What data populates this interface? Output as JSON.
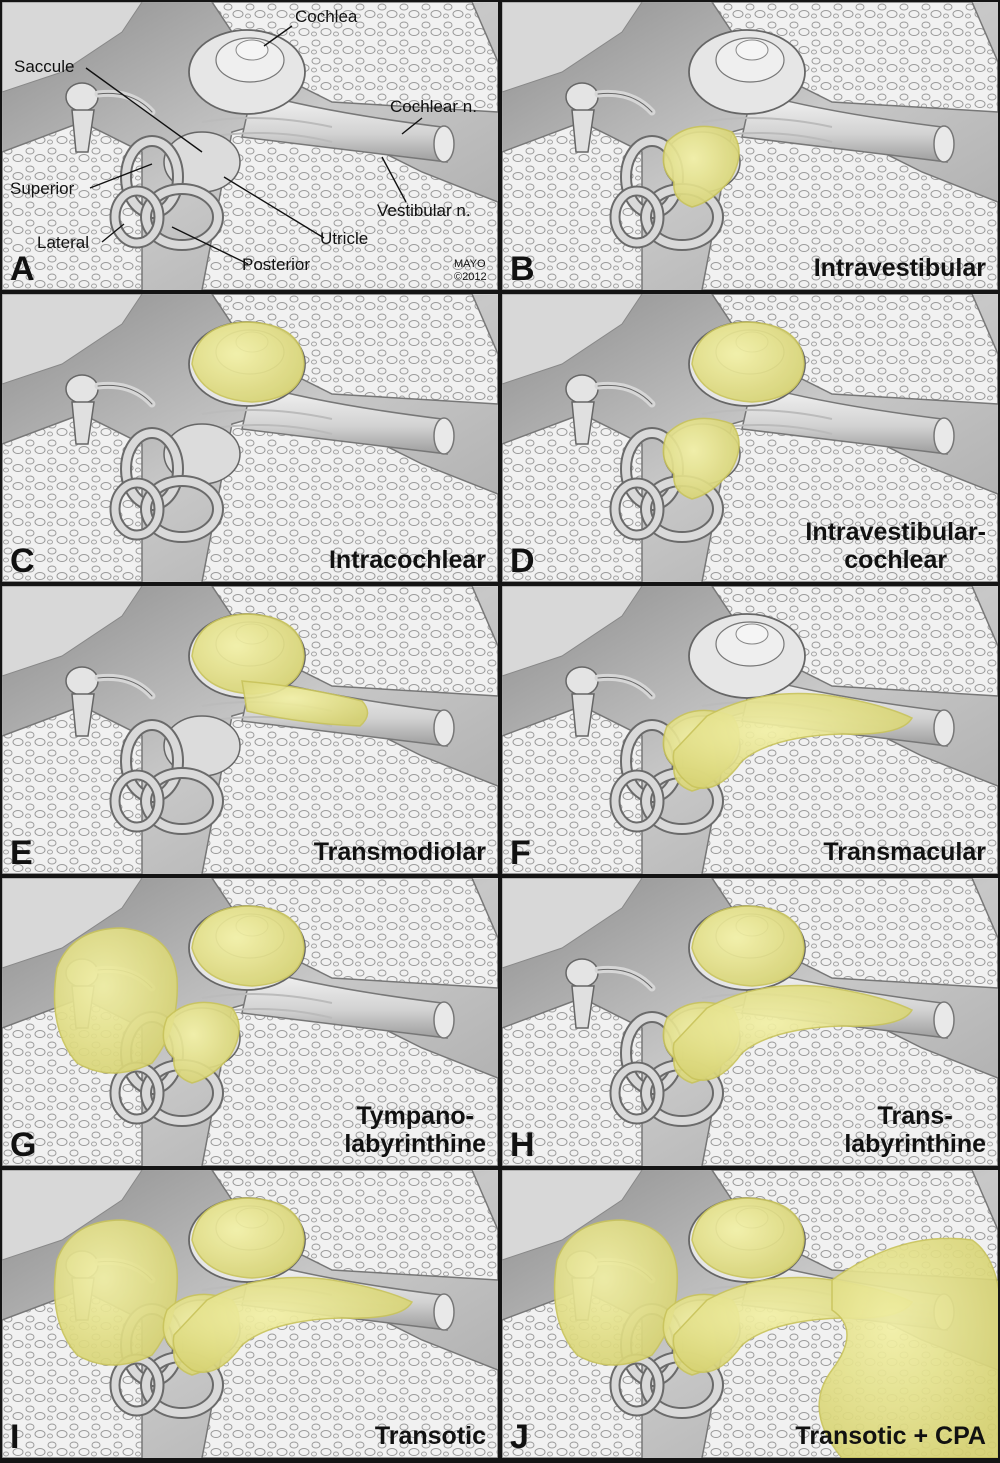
{
  "panels": [
    {
      "letter": "A",
      "caption": "",
      "tumor": []
    },
    {
      "letter": "B",
      "caption": "Intravestibular",
      "tumor": [
        "vestibule"
      ]
    },
    {
      "letter": "C",
      "caption": "Intracochlear",
      "tumor": [
        "cochlea"
      ]
    },
    {
      "letter": "D",
      "caption": "Intravestibular-\ncochlear",
      "tumor": [
        "cochlea",
        "vestibule"
      ]
    },
    {
      "letter": "E",
      "caption": "Transmodiolar",
      "tumor": [
        "cochlea",
        "modiolus"
      ]
    },
    {
      "letter": "F",
      "caption": "Transmacular",
      "tumor": [
        "vestibule",
        "iac"
      ]
    },
    {
      "letter": "G",
      "caption": "Tympano-\nlabyrinthine",
      "tumor": [
        "middle-ear",
        "cochlea",
        "vestibule"
      ]
    },
    {
      "letter": "H",
      "caption": "Trans-\nlabyrinthine",
      "tumor": [
        "cochlea",
        "vestibule",
        "iac"
      ]
    },
    {
      "letter": "I",
      "caption": "Transotic",
      "tumor": [
        "middle-ear",
        "cochlea",
        "vestibule",
        "iac"
      ]
    },
    {
      "letter": "J",
      "caption": "Transotic + CPA",
      "tumor": [
        "middle-ear",
        "cochlea",
        "vestibule",
        "iac",
        "cpa"
      ]
    }
  ],
  "labels": {
    "cochlea": "Cochlea",
    "saccule": "Saccule",
    "cochlear_n": "Cochlear n.",
    "superior": "Superior",
    "vestibular_n": "Vestibular n.",
    "lateral": "Lateral",
    "utricle": "Utricle",
    "posterior": "Posterior"
  },
  "credit": "MAYO\n©2012",
  "colors": {
    "tumor": "#e6e48a",
    "tumor_edge": "#c9c45c",
    "structure": "#d8d8d8",
    "bone": "#ececec",
    "background": "#141414"
  }
}
